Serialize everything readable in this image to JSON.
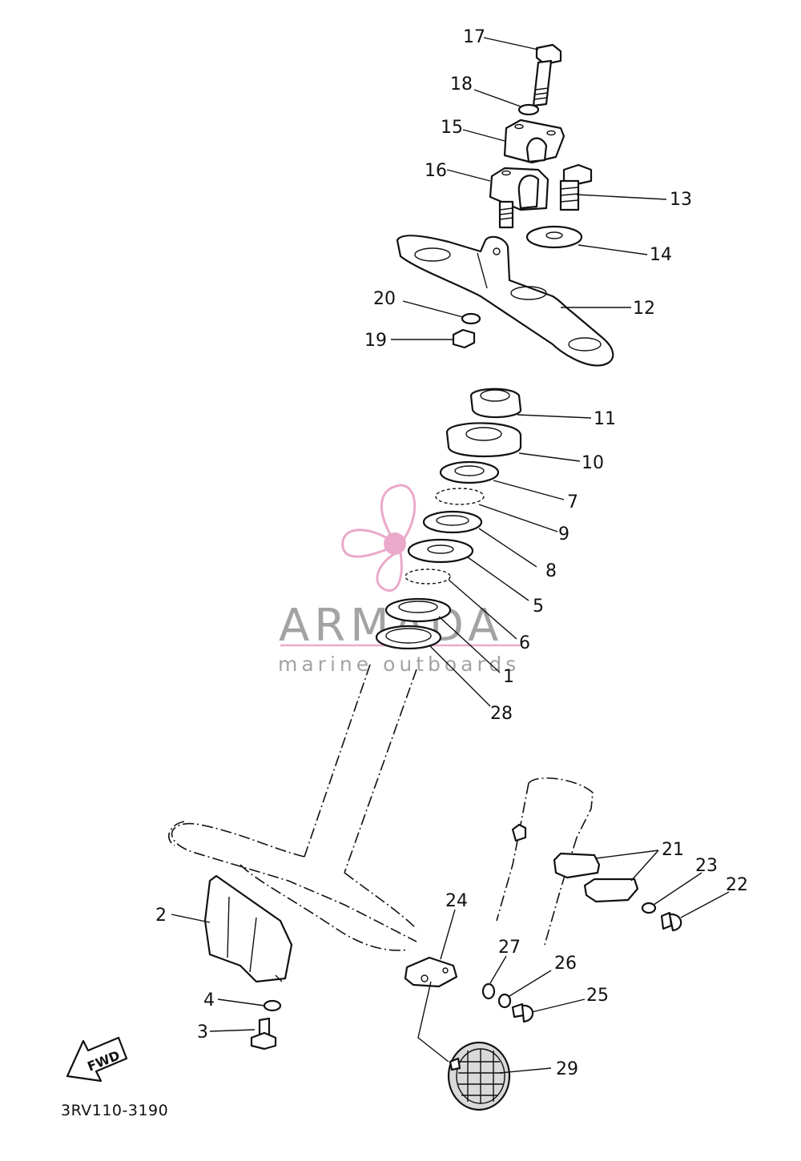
{
  "diagram": {
    "code": "3RV110-3190",
    "fwd_label": "FWD",
    "watermark": {
      "brand": "ARMADA",
      "tagline": "marine outboards",
      "accent_color": "#e8a0c4"
    },
    "callouts": [
      "1",
      "2",
      "3",
      "4",
      "5",
      "6",
      "7",
      "8",
      "9",
      "10",
      "11",
      "12",
      "13",
      "14",
      "15",
      "16",
      "17",
      "18",
      "19",
      "20",
      "21",
      "22",
      "23",
      "24",
      "25",
      "26",
      "27",
      "28",
      "29"
    ]
  }
}
